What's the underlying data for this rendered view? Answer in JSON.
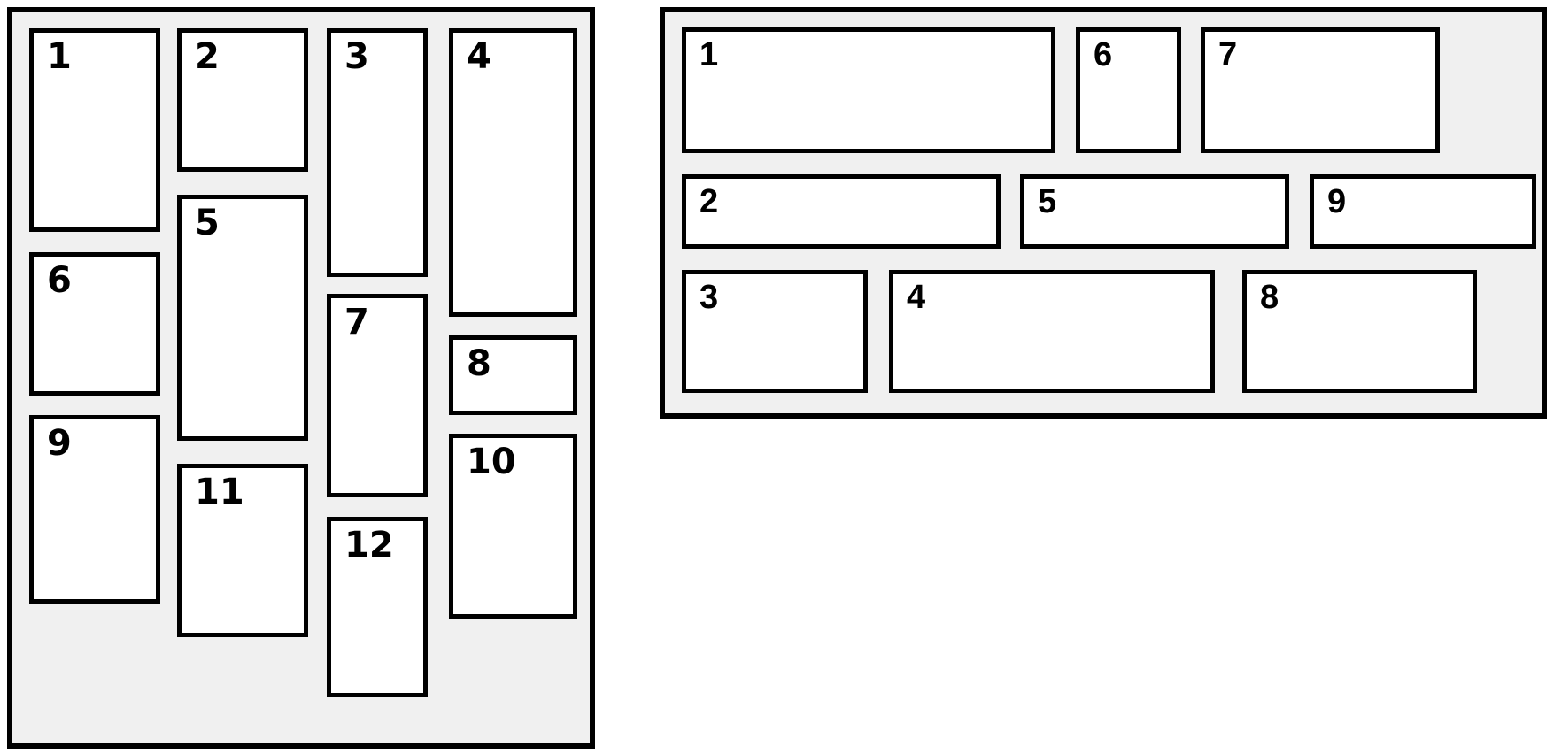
{
  "panels": {
    "masonry": {
      "items": [
        {
          "label": "1"
        },
        {
          "label": "2"
        },
        {
          "label": "3"
        },
        {
          "label": "4"
        },
        {
          "label": "5"
        },
        {
          "label": "6"
        },
        {
          "label": "7"
        },
        {
          "label": "8"
        },
        {
          "label": "9"
        },
        {
          "label": "10"
        },
        {
          "label": "11"
        },
        {
          "label": "12"
        }
      ]
    },
    "rows": {
      "items": [
        {
          "label": "1"
        },
        {
          "label": "6"
        },
        {
          "label": "7"
        },
        {
          "label": "2"
        },
        {
          "label": "5"
        },
        {
          "label": "9"
        },
        {
          "label": "3"
        },
        {
          "label": "4"
        },
        {
          "label": "8"
        }
      ]
    }
  },
  "colors": {
    "panel_background": "#f0f0f0",
    "item_background": "#ffffff",
    "border": "#000000"
  }
}
